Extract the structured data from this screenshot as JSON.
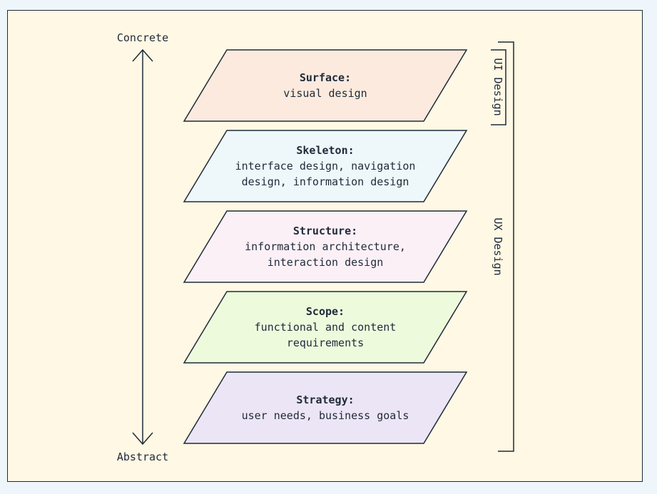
{
  "axis": {
    "top_label": "Concrete",
    "bottom_label": "Abstract"
  },
  "layers": [
    {
      "title": "Surface:",
      "lines": [
        "visual design"
      ],
      "color": "#fbeadd"
    },
    {
      "title": "Skeleton:",
      "lines": [
        "interface design, navigation",
        "design, information design"
      ],
      "color": "#eef8fb"
    },
    {
      "title": "Structure:",
      "lines": [
        "information architecture,",
        "interaction design"
      ],
      "color": "#fcf0f7"
    },
    {
      "title": "Scope:",
      "lines": [
        "functional and content",
        "requirements"
      ],
      "color": "#eefadc"
    },
    {
      "title": "Strategy:",
      "lines": [
        "user needs, business goals"
      ],
      "color": "#ece5f5"
    }
  ],
  "brackets": {
    "ui_label": "UI Design",
    "ux_label": "UX Design"
  },
  "colors": {
    "stroke": "#1f2a3a",
    "frame_bg": "#fef8e4",
    "page_bg": "#eef6fb"
  }
}
